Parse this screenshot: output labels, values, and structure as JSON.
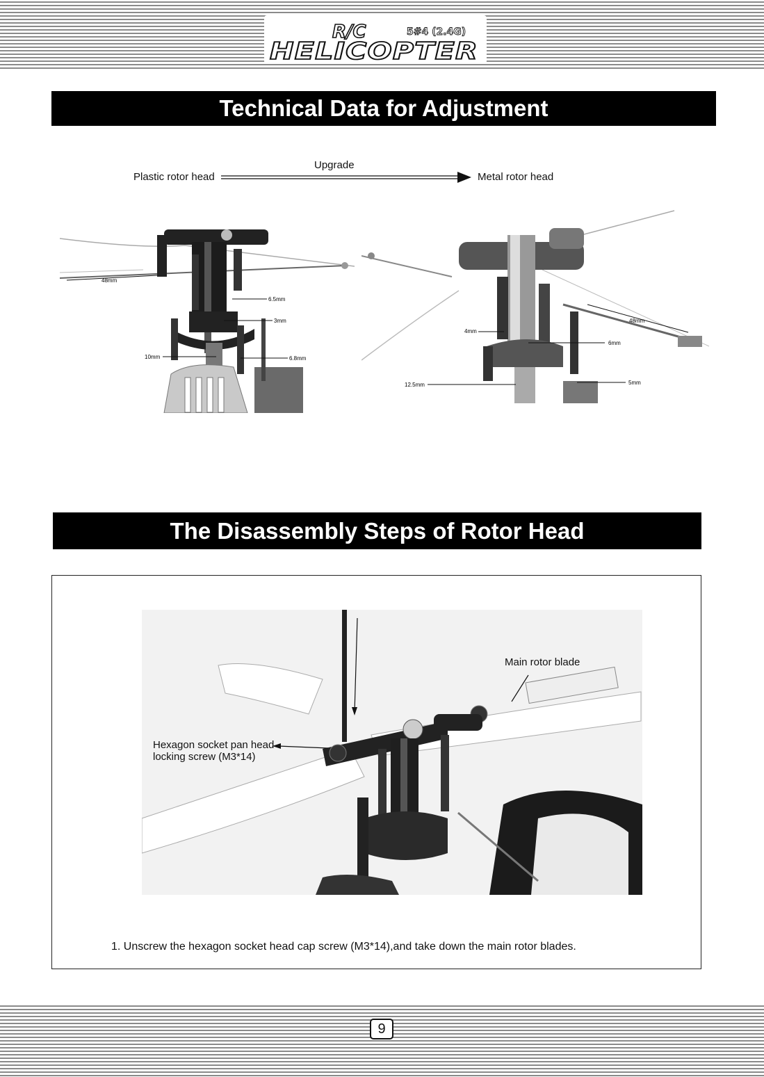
{
  "header": {
    "brand_rc": "R/C",
    "brand_main": "HELICOPTER",
    "model": "5#4 (2.4G)"
  },
  "section_tech": {
    "title": "Technical Data for Adjustment",
    "upgrade_label": "Upgrade",
    "from_label": "Plastic rotor head",
    "to_label": "Metal rotor head",
    "plastic_dims": [
      "48mm",
      "6.5mm",
      "3mm",
      "10mm",
      "6.8mm"
    ],
    "metal_dims": [
      "48mm",
      "4mm",
      "6mm",
      "12.5mm",
      "5mm"
    ]
  },
  "section_disassembly": {
    "title": "The Disassembly Steps of Rotor Head",
    "callout_blade": "Main rotor blade",
    "callout_screw_line1": "Hexagon socket pan head",
    "callout_screw_line2": "locking screw (M3*14)",
    "step_1": "1. Unscrew the hexagon socket head cap screw  (M3*14),and take down the main rotor blades."
  },
  "footer": {
    "page_number": "9"
  }
}
